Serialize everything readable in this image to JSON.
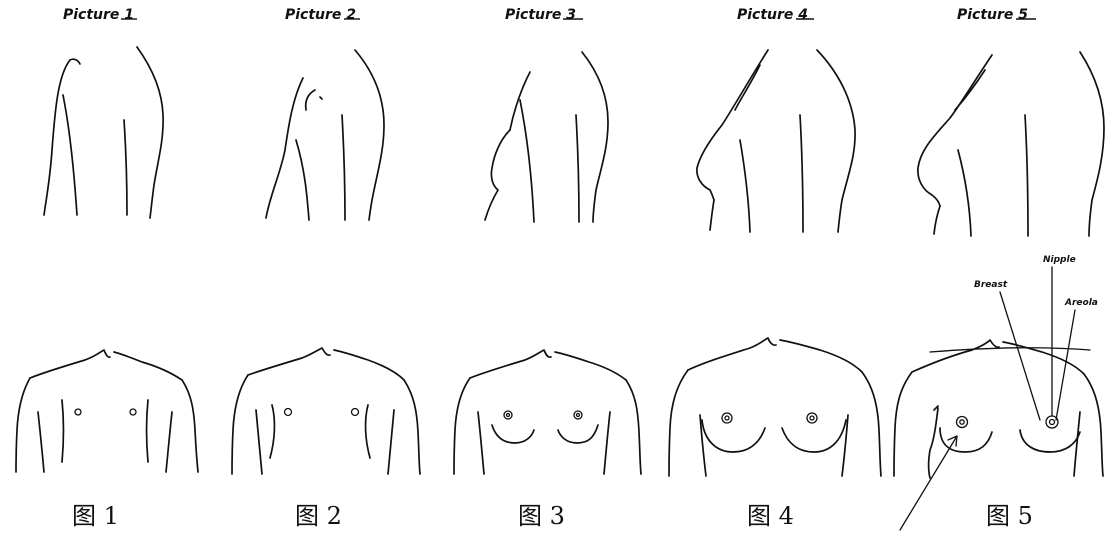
{
  "side_view_titles": [
    "Picture 1",
    "Picture 2",
    "Picture 3",
    "Picture 4",
    "Picture 5"
  ],
  "figure_labels": [
    "图 1",
    "图 2",
    "图 3",
    "图 4",
    "图 5"
  ],
  "annotations": {
    "breast": "Breast",
    "nipple": "Nipple",
    "areola": "Areola"
  }
}
